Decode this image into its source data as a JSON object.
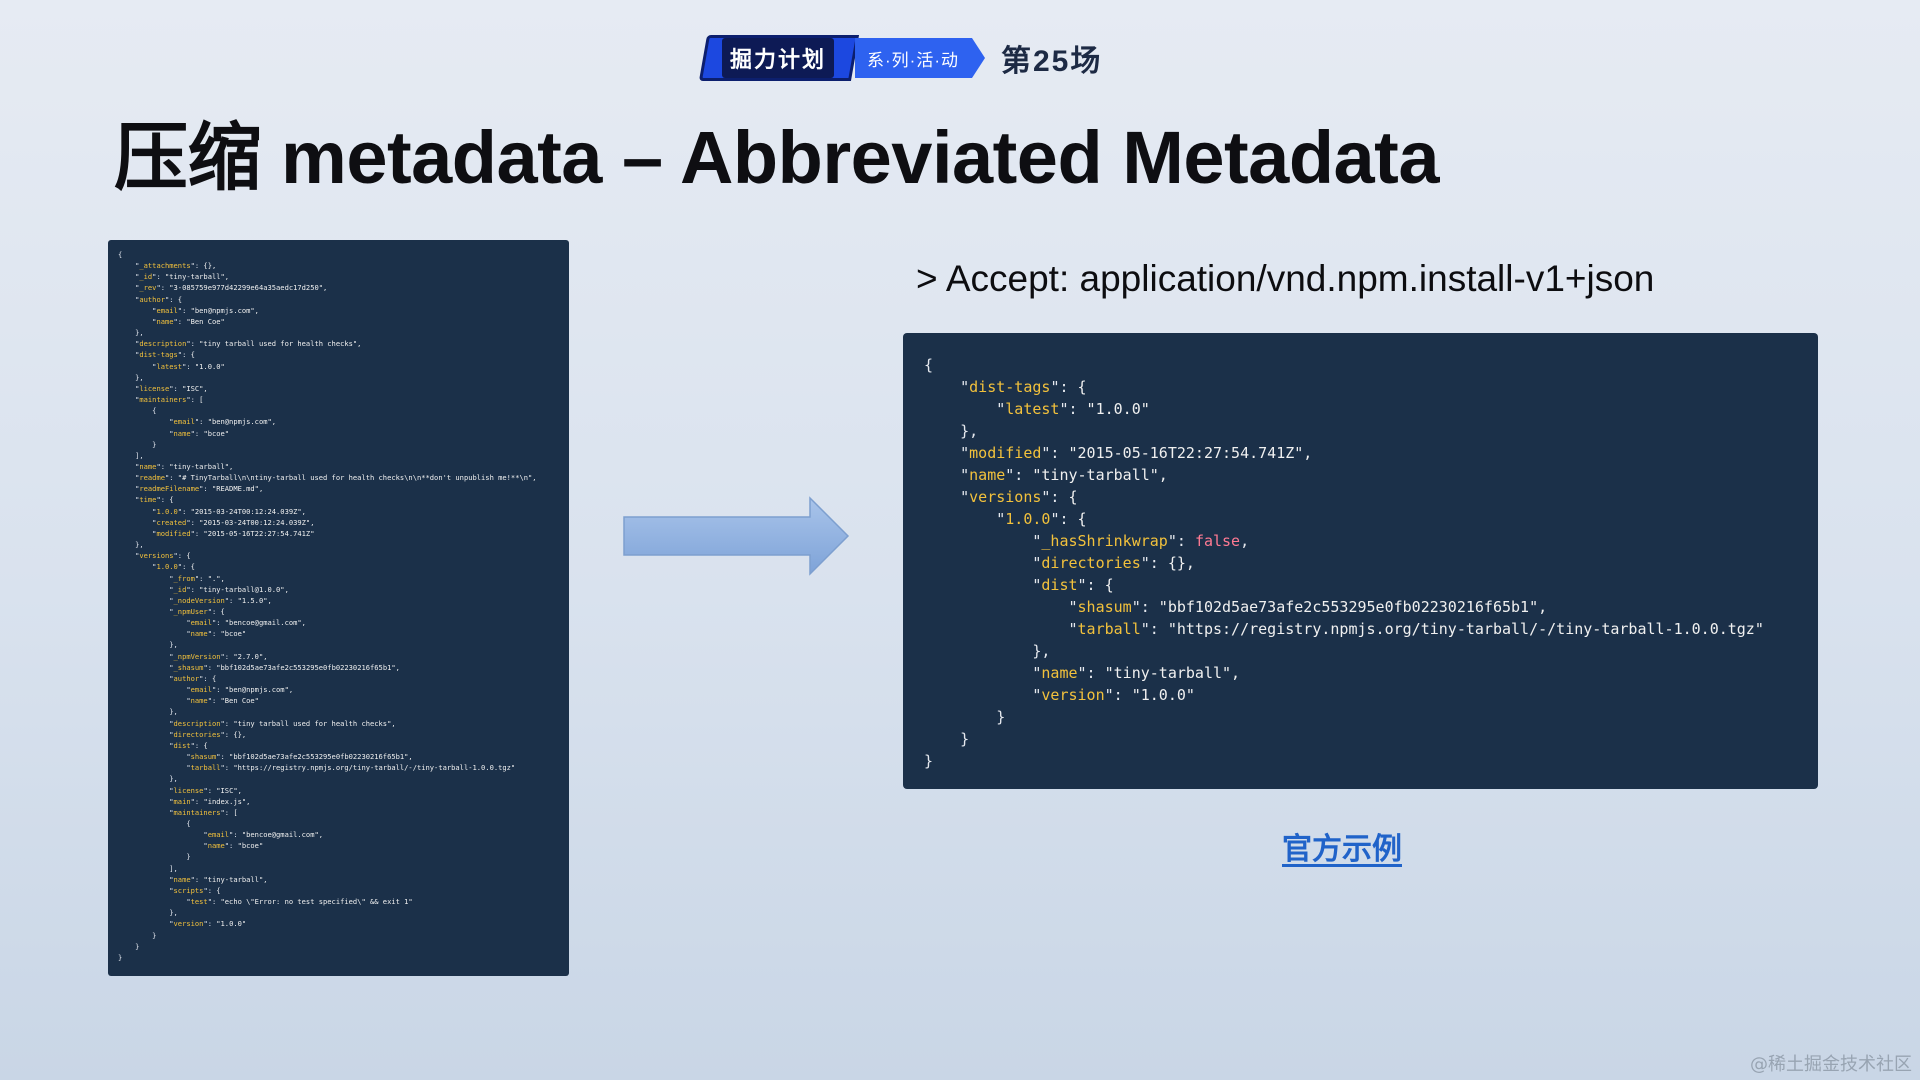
{
  "header": {
    "badge_main": "掘力计划",
    "badge_sub": "系·列·活·动",
    "session": "第25场"
  },
  "title": "压缩 metadata  –  Abbreviated Metadata",
  "accept_header": "> Accept: application/vnd.npm.install-v1+json",
  "official_link": "官方示例",
  "watermark": "@稀土掘金技术社区",
  "colors": {
    "code_background": "#1b3049",
    "json_key": "#f2c13c",
    "json_boolean": "#ff7a93",
    "link": "#2063c9",
    "arrow": "#8fb1e0"
  },
  "full_metadata_lines": [
    "{",
    "    \"_attachments\": {},",
    "    \"_id\": \"tiny-tarball\",",
    "    \"_rev\": \"3-085759e977d42299e64a35aedc17d250\",",
    "    \"author\": {",
    "        \"email\": \"ben@npmjs.com\",",
    "        \"name\": \"Ben Coe\"",
    "    },",
    "    \"description\": \"tiny tarball used for health checks\",",
    "    \"dist-tags\": {",
    "        \"latest\": \"1.0.0\"",
    "    },",
    "    \"license\": \"ISC\",",
    "    \"maintainers\": [",
    "        {",
    "            \"email\": \"ben@npmjs.com\",",
    "            \"name\": \"bcoe\"",
    "        }",
    "    ],",
    "    \"name\": \"tiny-tarball\",",
    "    \"readme\": \"# TinyTarball\\n\\ntiny-tarball used for health checks\\n\\n**don't unpublish me!**\\n\",",
    "    \"readmeFilename\": \"README.md\",",
    "    \"time\": {",
    "        \"1.0.0\": \"2015-03-24T00:12:24.039Z\",",
    "        \"created\": \"2015-03-24T00:12:24.039Z\",",
    "        \"modified\": \"2015-05-16T22:27:54.741Z\"",
    "    },",
    "    \"versions\": {",
    "        \"1.0.0\": {",
    "            \"_from\": \".\",",
    "            \"_id\": \"tiny-tarball@1.0.0\",",
    "            \"_nodeVersion\": \"1.5.0\",",
    "            \"_npmUser\": {",
    "                \"email\": \"bencoe@gmail.com\",",
    "                \"name\": \"bcoe\"",
    "            },",
    "            \"_npmVersion\": \"2.7.0\",",
    "            \"_shasum\": \"bbf102d5ae73afe2c553295e0fb02230216f65b1\",",
    "            \"author\": {",
    "                \"email\": \"ben@npmjs.com\",",
    "                \"name\": \"Ben Coe\"",
    "            },",
    "            \"description\": \"tiny tarball used for health checks\",",
    "            \"directories\": {},",
    "            \"dist\": {",
    "                \"shasum\": \"bbf102d5ae73afe2c553295e0fb02230216f65b1\",",
    "                \"tarball\": \"https://registry.npmjs.org/tiny-tarball/-/tiny-tarball-1.0.0.tgz\"",
    "            },",
    "            \"license\": \"ISC\",",
    "            \"main\": \"index.js\",",
    "            \"maintainers\": [",
    "                {",
    "                    \"email\": \"bencoe@gmail.com\",",
    "                    \"name\": \"bcoe\"",
    "                }",
    "            ],",
    "            \"name\": \"tiny-tarball\",",
    "            \"scripts\": {",
    "                \"test\": \"echo \\\"Error: no test specified\\\" && exit 1\"",
    "            },",
    "            \"version\": \"1.0.0\"",
    "        }",
    "    }",
    "}"
  ],
  "abbreviated_metadata_lines": [
    "{",
    "    \"dist-tags\": {",
    "        \"latest\": \"1.0.0\"",
    "    },",
    "    \"modified\": \"2015-05-16T22:27:54.741Z\",",
    "    \"name\": \"tiny-tarball\",",
    "    \"versions\": {",
    "        \"1.0.0\": {",
    "            \"_hasShrinkwrap\": false,",
    "            \"directories\": {},",
    "            \"dist\": {",
    "                \"shasum\": \"bbf102d5ae73afe2c553295e0fb02230216f65b1\",",
    "                \"tarball\": \"https://registry.npmjs.org/tiny-tarball/-/tiny-tarball-1.0.0.tgz\"",
    "            },",
    "            \"name\": \"tiny-tarball\",",
    "            \"version\": \"1.0.0\"",
    "        }",
    "    }",
    "}"
  ]
}
